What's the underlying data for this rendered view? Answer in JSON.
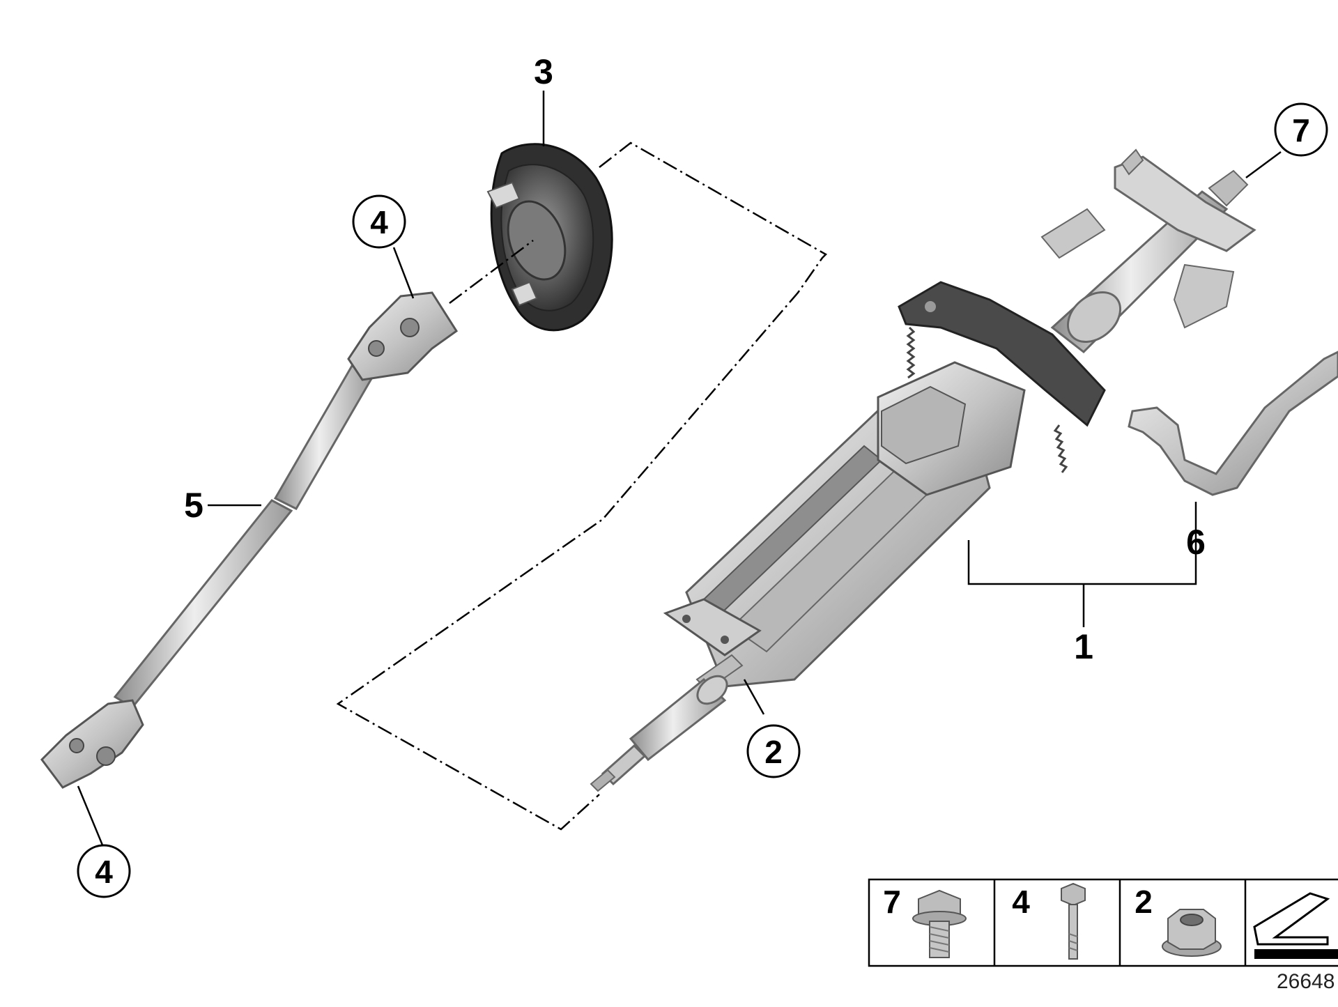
{
  "diagram": {
    "callouts": {
      "c1": "1",
      "c2": "2",
      "c3": "3",
      "c4a": "4",
      "c4b": "4",
      "c5": "5",
      "c6": "6",
      "c7": "7"
    },
    "legend": {
      "cells": [
        {
          "number": "7",
          "part_icon": "flange-bolt-icon"
        },
        {
          "number": "4",
          "part_icon": "long-screw-icon"
        },
        {
          "number": "2",
          "part_icon": "hex-flange-nut-icon"
        },
        {
          "number": "",
          "part_icon": "arrow-tool-icon"
        }
      ]
    },
    "drawing_number": "26648"
  },
  "colors": {
    "metal_light": "#dcdcdc",
    "metal_mid": "#a9a9a9",
    "metal_dark": "#6e6e6e",
    "rubber": "#3a3a3a",
    "line": "#000000"
  }
}
